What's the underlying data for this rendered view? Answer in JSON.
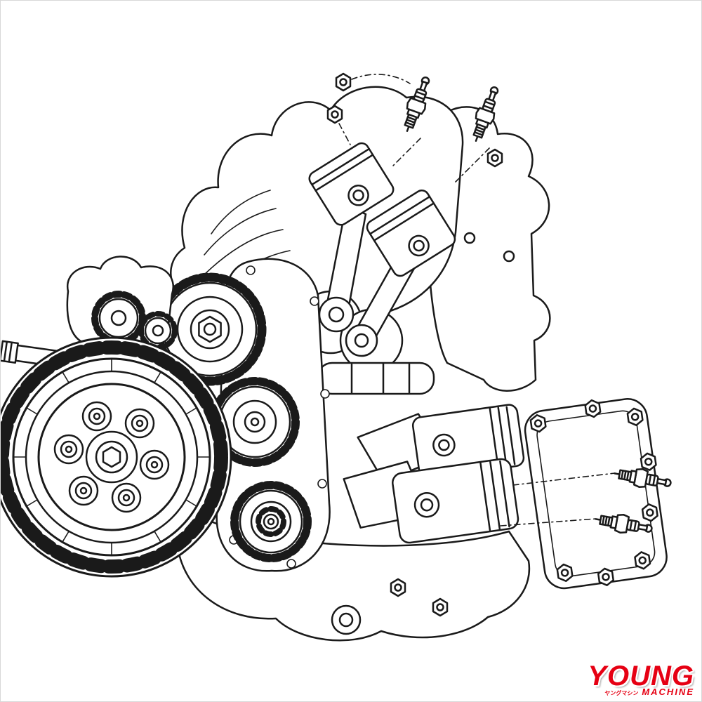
{
  "page": {
    "background": "#ffffff",
    "border_color": "#d8d8d8"
  },
  "illustration": {
    "label": "Black-and-white cutaway technical illustration of a two-stroke multi-cylinder motorcycle engine showing pistons, connecting rods, spark plugs, clutch basket and gear train",
    "line_color": "#1a1a1a"
  },
  "logo": {
    "young": "YOUNG",
    "katakana": "ヤングマシン",
    "machine": "MACHINE",
    "color": "#e60013"
  }
}
